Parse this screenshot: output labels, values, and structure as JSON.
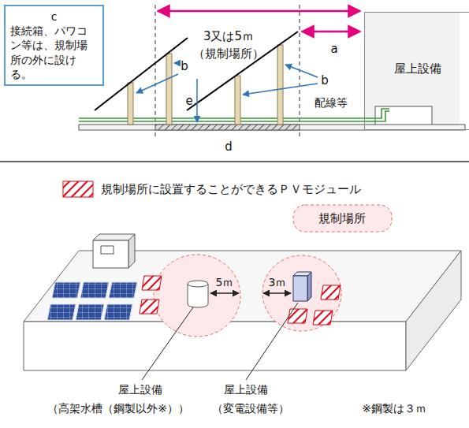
{
  "diagram": {
    "nodes": [
      {
        "text": [
          "c",
          "接続箱、パワコン等は、規制場所の外に設ける。"
        ]
      },
      {
        "text": [
          "屋上設備"
        ]
      }
    ],
    "labels": [
      "3又は5ｍ",
      "（規制場所）",
      "a",
      "b",
      "e",
      "b",
      "配線等",
      "d",
      "5ｍ",
      "3ｍ",
      "屋上設備",
      "（高架水槽（鋼製以外※））",
      "屋上設備",
      "（変電設備等）",
      "※鋼製は３ｍ"
    ],
    "legend": [
      {
        "text": "規制場所に設置することができるＰＶモジュール"
      },
      {
        "text": "規制場所"
      }
    ]
  }
}
